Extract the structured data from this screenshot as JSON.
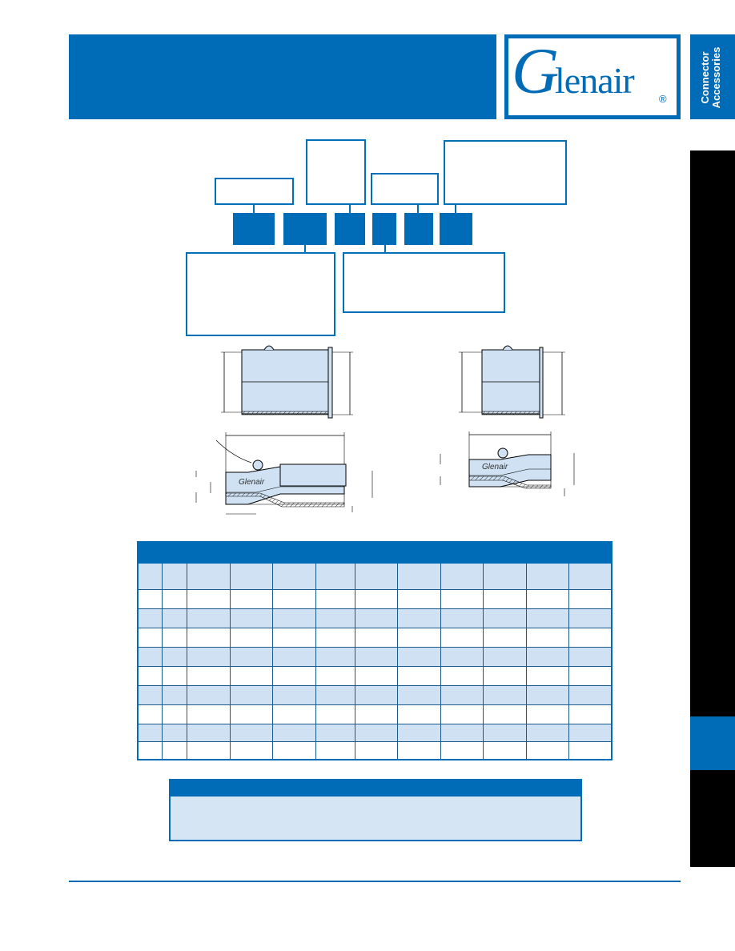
{
  "logo": {
    "text": "lenair",
    "initial": "G",
    "registered": "®"
  },
  "sidebar": {
    "tab_line1": "Connector",
    "tab_line2": "Accessories"
  },
  "colors": {
    "brand_blue": "#006bb6",
    "shade_blue": "#cfe1f2",
    "note_bg": "#d5e5f4",
    "black": "#000000"
  },
  "drawing": {
    "stamp": "Glenair"
  },
  "table": {
    "rows": 9,
    "columns": 12
  }
}
